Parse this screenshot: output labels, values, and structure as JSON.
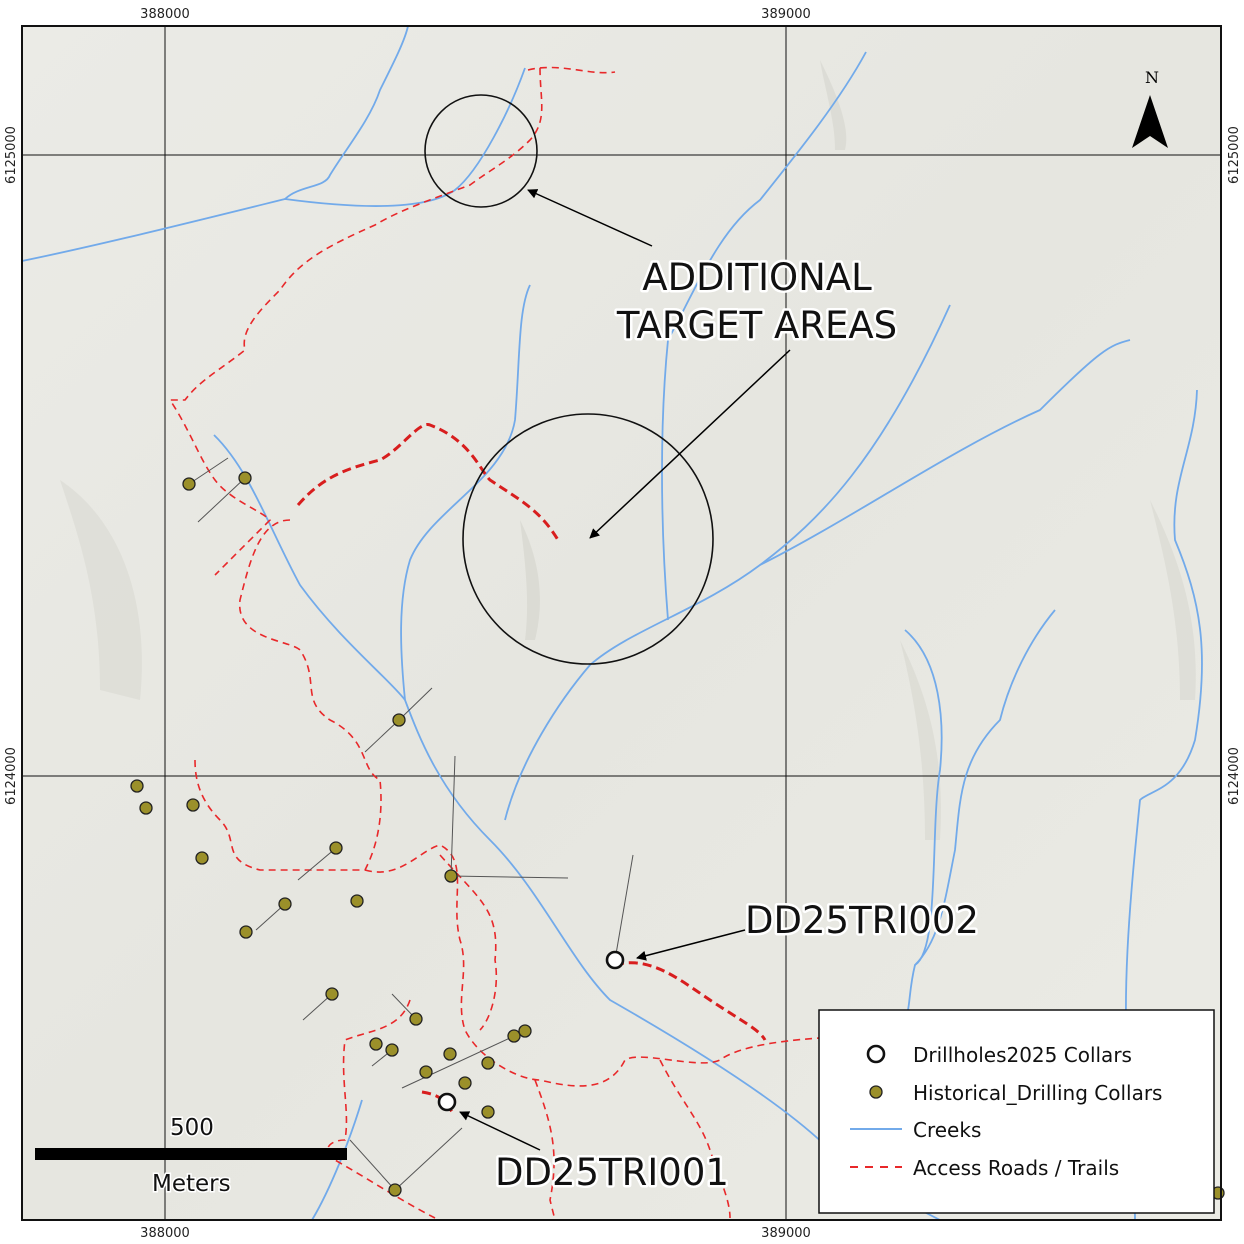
{
  "grid": {
    "easting": [
      "388000",
      "389000"
    ],
    "northing": [
      "6125000",
      "6124000"
    ]
  },
  "annotations": {
    "target_line1": "ADDITIONAL",
    "target_line2": "TARGET AREAS",
    "hole2": "DD25TRI002",
    "hole1": "DD25TRI001"
  },
  "north": "N",
  "scale": {
    "value": "500",
    "unit": "Meters"
  },
  "legend": {
    "items": [
      {
        "label": "Drillholes2025 Collars"
      },
      {
        "label": "Historical_Drilling Collars"
      },
      {
        "label": "Creeks"
      },
      {
        "label": "Access Roads / Trails"
      }
    ]
  },
  "colors": {
    "creek": "#72aaea",
    "road": "#e8282a",
    "historical_collar": "#9b902a",
    "background": "#e9e9e3"
  }
}
